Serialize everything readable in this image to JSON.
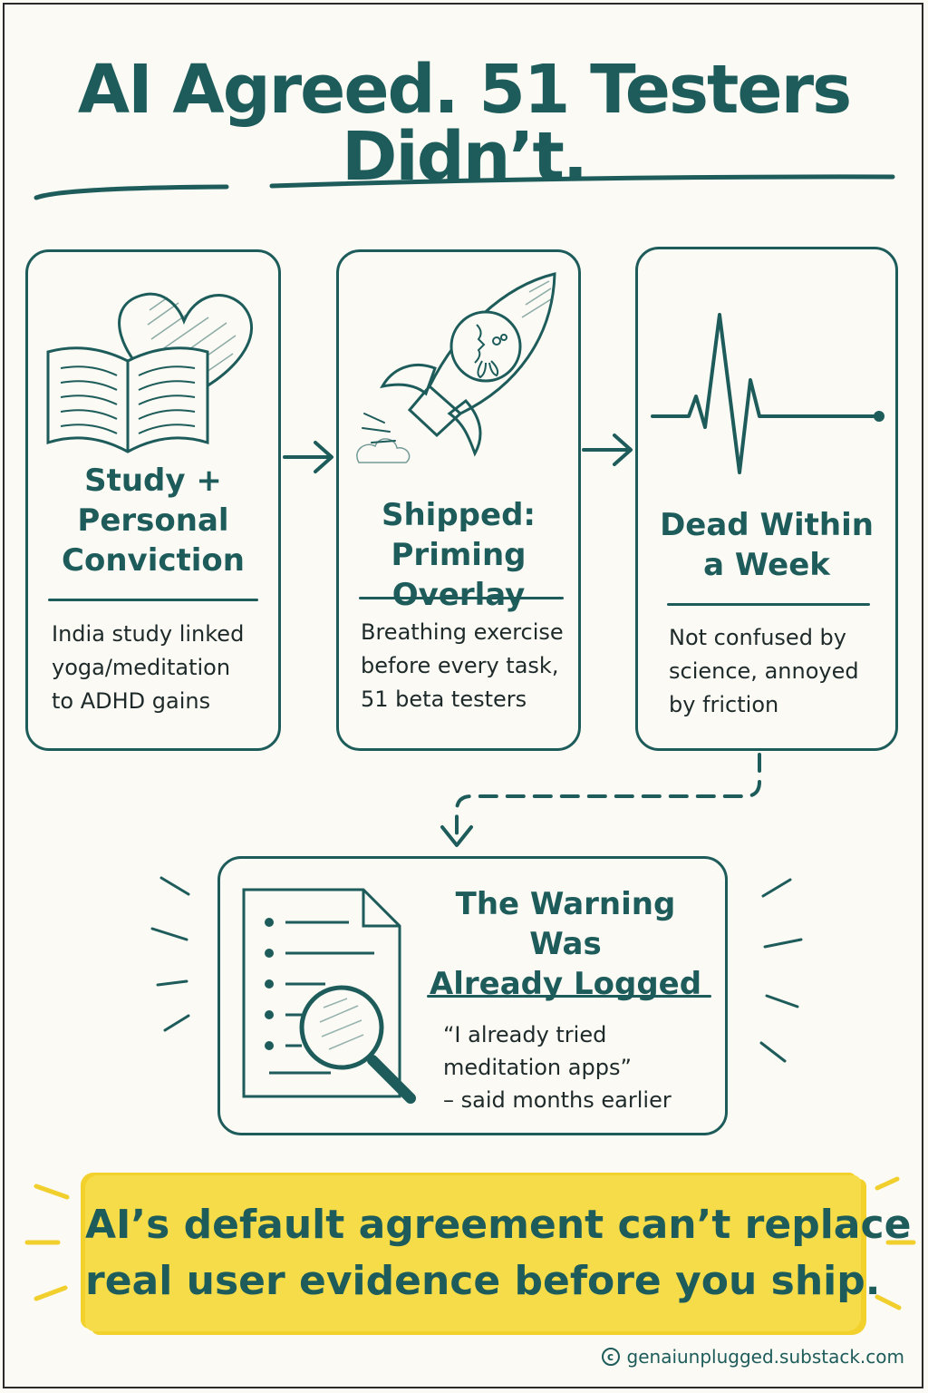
{
  "title": "AI Agreed. 51 Testers Didn’t.",
  "steps": [
    {
      "title_lines": [
        "Study +",
        "Personal",
        "Conviction"
      ],
      "body_lines": [
        "India study linked",
        "yoga/meditation",
        "to ADHD gains"
      ],
      "icon": "book-heart-icon"
    },
    {
      "title_lines": [
        "Shipped:",
        "Priming Overlay"
      ],
      "body_lines": [
        "Breathing exercise",
        "before every task,",
        "51 beta testers"
      ],
      "icon": "rocket-breathing-icon"
    },
    {
      "title_lines": [
        "Dead Within",
        "a Week"
      ],
      "body_lines": [
        "Not confused by",
        "science, annoyed",
        "by friction"
      ],
      "icon": "heartbeat-flatline-icon"
    }
  ],
  "warning": {
    "title_lines": [
      "The Warning Was",
      "Already Logged"
    ],
    "quote_lines": [
      "“I already tried",
      "meditation apps”",
      "– said months earlier"
    ],
    "icon": "document-magnifier-icon"
  },
  "conclusion": {
    "lines": [
      "AI’s default agreement can’t replace",
      "real user evidence before you ship."
    ]
  },
  "credit": {
    "symbol": "c",
    "text": "genaiunplugged.substack.com"
  },
  "colors": {
    "ink": "#1d5c5a",
    "highlight": "#f7dc4a",
    "background": "#fbfaf4"
  }
}
